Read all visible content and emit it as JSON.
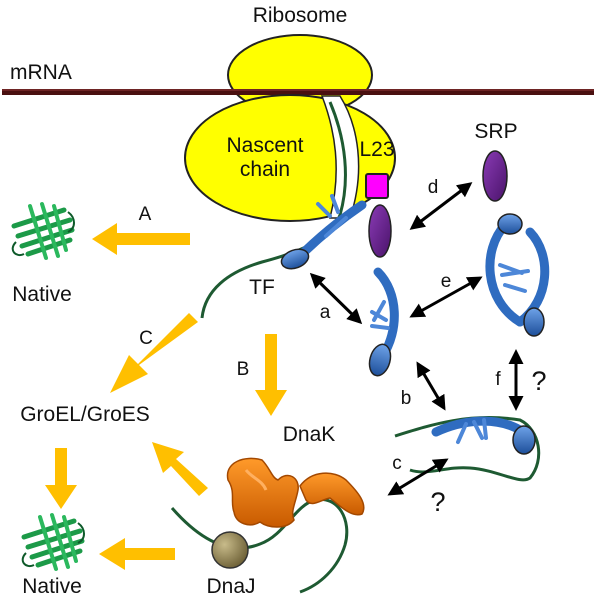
{
  "labels": {
    "ribosome": "Ribosome",
    "mrna": "mRNA",
    "nascent_line1": "Nascent",
    "nascent_line2": "chain",
    "l23": "L23",
    "srp": "SRP",
    "tf": "TF",
    "native_top": "Native",
    "native_bottom": "Native",
    "groel": "GroEL/GroES",
    "dnak": "DnaK",
    "dnaj": "DnaJ"
  },
  "pathways": {
    "A": "A",
    "B": "B",
    "C": "C"
  },
  "steps": {
    "a": "a",
    "b": "b",
    "c": "c",
    "d": "d",
    "e": "e",
    "f": "f"
  },
  "unknown_marks": [
    "?",
    "?"
  ],
  "colors": {
    "ribosome": "#ffff00",
    "mrna": "#4a1010",
    "srp": "#6a1f8f",
    "l23": "#ff00ff",
    "tf": "#2f6cc0",
    "dnak": "#f07800",
    "dnaj": "#8b7d4a",
    "chain": "#1e5a32",
    "native": "#1c9a48",
    "flow_arrow": "#ffbf00"
  }
}
